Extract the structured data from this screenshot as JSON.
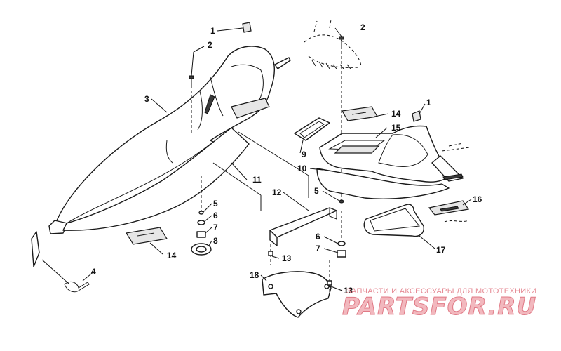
{
  "callouts": [
    "1",
    "2",
    "2",
    "3",
    "4",
    "5",
    "6",
    "7",
    "8",
    "14",
    "11",
    "12",
    "13",
    "18",
    "13",
    "9",
    "10",
    "14",
    "15",
    "1",
    "5",
    "6",
    "7",
    "16",
    "17"
  ],
  "watermark": {
    "caption": "ЗАПЧАСТИ И АКСЕССУАРЫ ДЛЯ МОТОТЕХНИКИ",
    "logo": "PARTSFOR.RU"
  },
  "colors": {
    "line": "#1a1a1a",
    "watermark": "#e07a86"
  }
}
